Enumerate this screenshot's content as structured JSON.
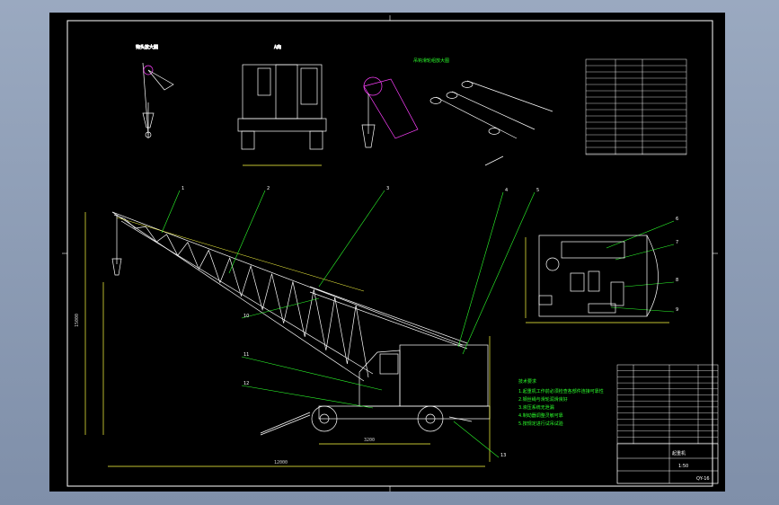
{
  "drawing": {
    "title_block_name": "起重机",
    "title_block_code": "QY-16",
    "scale": "1:50",
    "notes_heading": "技术要求",
    "notes": [
      "1.起重机工作前必须检查各部件连接可靠性",
      "2.钢丝绳与滑轮润滑良好",
      "3.液压系统无泄漏",
      "4.制动器调整灵敏可靠",
      "5.按规定进行试吊试验"
    ],
    "callouts": [
      "1",
      "2",
      "3",
      "4",
      "5",
      "6",
      "7",
      "8",
      "9",
      "10",
      "11",
      "12",
      "13"
    ],
    "dim_overall": "12000",
    "dim_wheelbase": "3200",
    "dim_height": "15000",
    "detail_note": "吊钩滑轮组放大图",
    "top_left_view": "钩头放大图",
    "front_view": "A向"
  },
  "colors": {
    "background": "#8a9ab4",
    "sheet": "#000000",
    "line": "#ffffff",
    "boom": "#ffffff",
    "leader": "#2cff2c",
    "highlight": "#ff30ff",
    "note_text": "#2cff2c",
    "dimension": "#ffff40"
  }
}
